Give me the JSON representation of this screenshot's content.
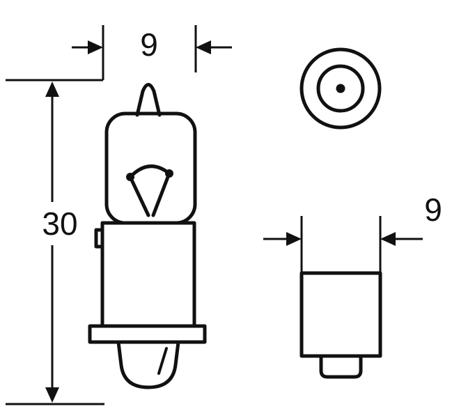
{
  "page": {
    "background": "#ffffff"
  },
  "drawing": {
    "line_color": "#111111",
    "labels": {
      "bulb_width": "9",
      "overall_length": "30",
      "base_width": "9"
    }
  }
}
